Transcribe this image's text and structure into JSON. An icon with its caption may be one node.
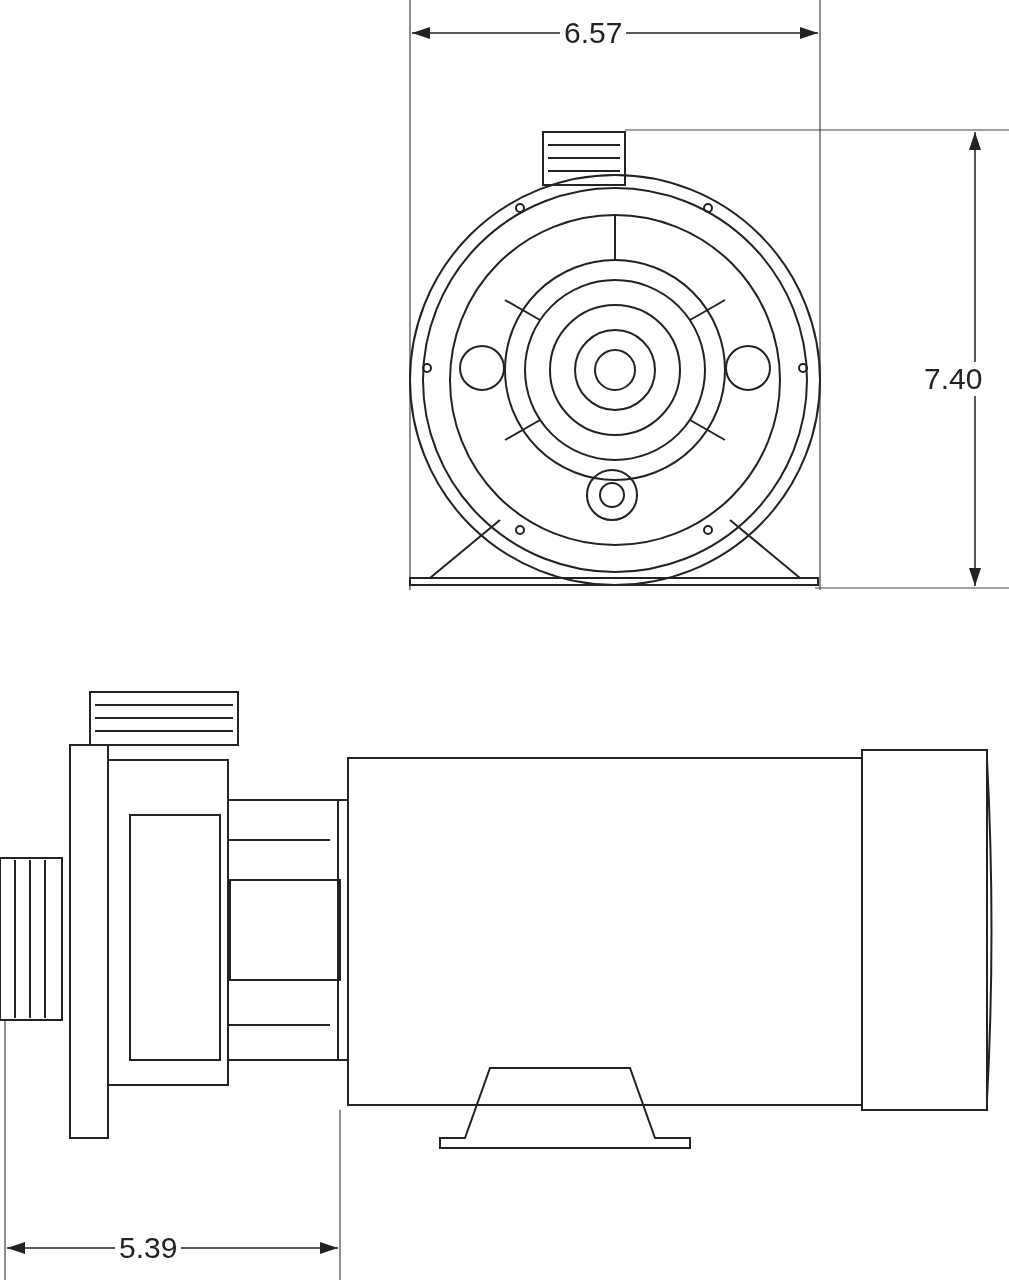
{
  "diagram": {
    "labels": [
      "6.57",
      "7.40",
      "5.39"
    ]
  }
}
